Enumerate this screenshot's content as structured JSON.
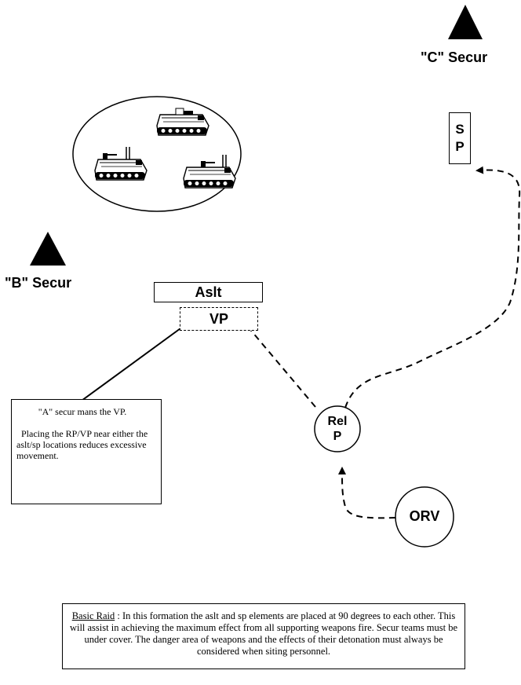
{
  "positions": {
    "c_secur": "\"C\" Secur",
    "b_secur": "\"B\" Secur",
    "sp_line1": "S",
    "sp_line2": "P",
    "aslt": "Aslt",
    "vp": "VP",
    "relp_line1": "Rel",
    "relp_line2": "P",
    "orv": "ORV"
  },
  "note": {
    "line1": "\"A\" secur mans the VP.",
    "line2": "Placing the RP/VP near either the aslt/sp locations reduces excessive movement."
  },
  "caption": {
    "title": "Basic Raid",
    "separator": " : ",
    "body": "In this formation the aslt and sp elements are placed at 90 degrees to each other. This will assist in achieving the maximum effect from all supporting weapons fire. Secur teams must be under cover. The danger area of weapons and the effects of their detonation must always be considered when siting personnel."
  },
  "icons": {
    "security_marker": "triangle-icon",
    "vehicle": "armored-personnel-carrier-icon"
  }
}
